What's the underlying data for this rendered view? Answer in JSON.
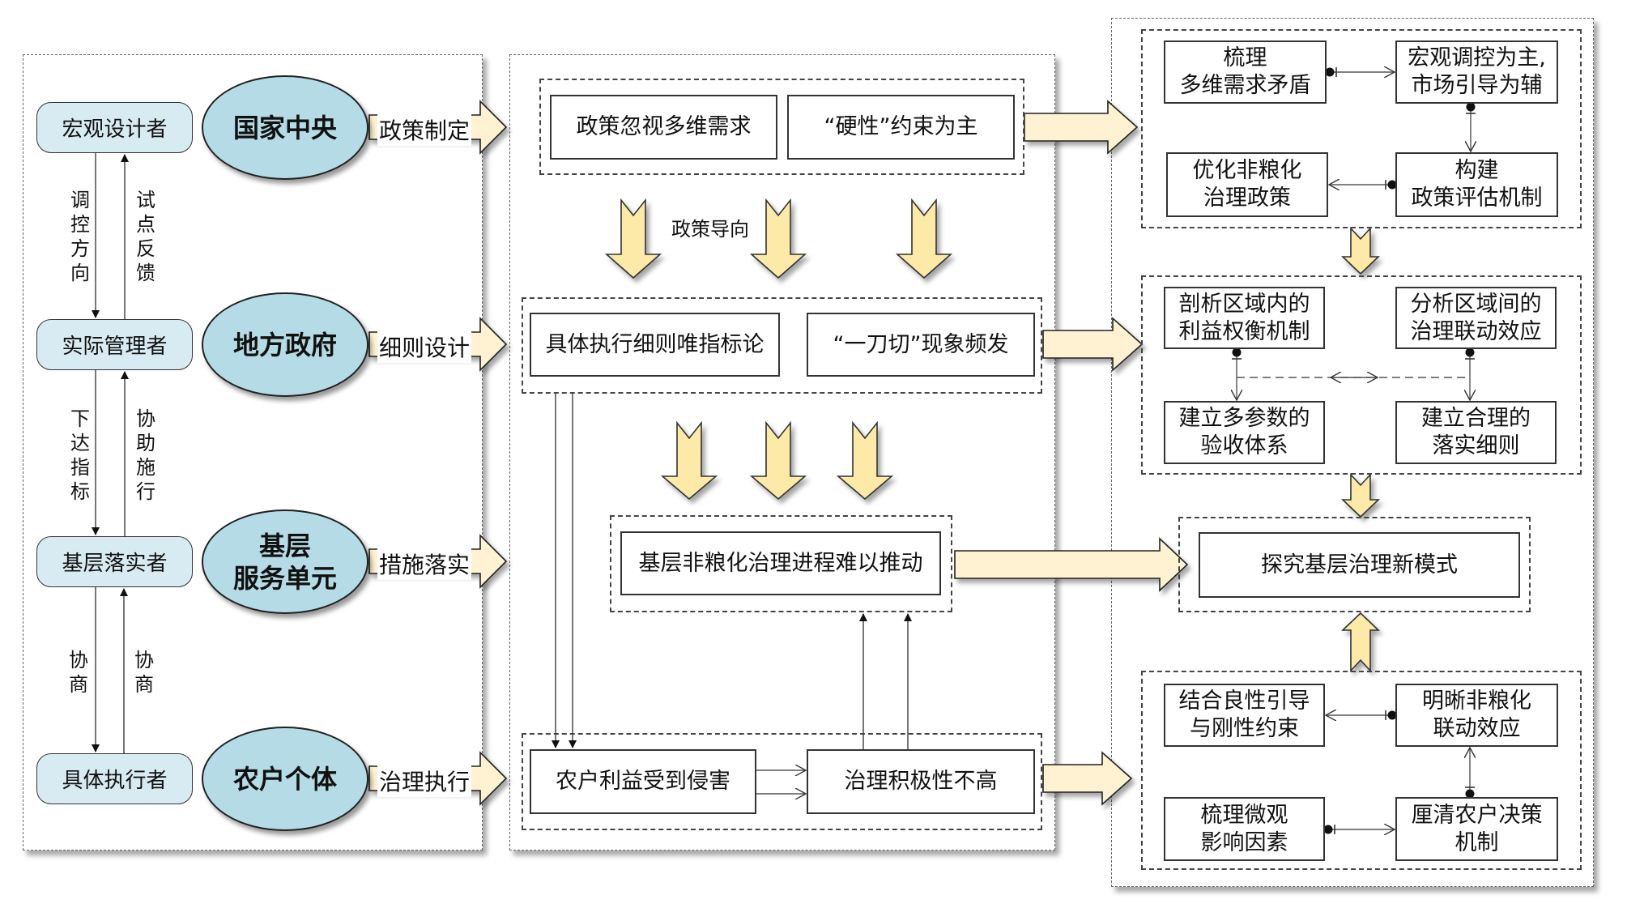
{
  "colors": {
    "ellipse_fill": "#b5dce6",
    "role_fill": "#d9ebf2",
    "arrow_fill": "#fde9a8",
    "arrow_fill_light": "#fef2d2",
    "line": "#333333"
  },
  "left": {
    "roles": [
      {
        "label": "宏观设计者",
        "actor": "国家中央",
        "action": "政策制定"
      },
      {
        "label": "实际管理者",
        "actor": "地方政府",
        "action": "细则设计"
      },
      {
        "label": "基层落实者",
        "actor": "基层\n服务单元",
        "action": "措施落实"
      },
      {
        "label": "具体执行者",
        "actor": "农户个体",
        "action": "治理执行"
      }
    ],
    "links": [
      {
        "down": "调控方向",
        "up": "试点反馈"
      },
      {
        "down": "下达指标",
        "up": "协助施行"
      },
      {
        "down": "协商",
        "up": "协商"
      }
    ]
  },
  "middle": {
    "row1": [
      "政策忽视多维需求",
      "“硬性”约束为主"
    ],
    "guide_label": "政策导向",
    "row2": [
      "具体执行细则唯指标论",
      "“一刀切”现象频发"
    ],
    "row3": "基层非粮化治理进程难以推动",
    "row4": [
      "农户利益受到侵害",
      "治理积极性不高"
    ]
  },
  "right": {
    "groupA": {
      "top_left": "梳理\n多维需求矛盾",
      "top_right": "宏观调控为主,\n市场引导为辅",
      "bottom_left": "优化非粮化\n治理政策",
      "bottom_right": "构建\n政策评估机制"
    },
    "groupB": {
      "top_left": "剖析区域内的\n利益权衡机制",
      "top_right": "分析区域间的\n治理联动效应",
      "bottom_left": "建立多参数的\n验收体系",
      "bottom_right": "建立合理的\n落实细则"
    },
    "center": "探究基层治理新模式",
    "groupD": {
      "top_left": "结合良性引导\n与刚性约束",
      "top_right": "明晰非粮化\n联动效应",
      "bottom_left": "梳理微观\n影响因素",
      "bottom_right": "厘清农户决策\n机制"
    }
  }
}
